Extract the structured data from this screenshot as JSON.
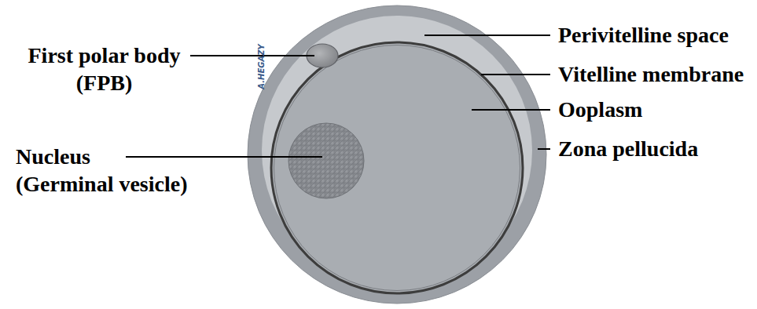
{
  "diagram": {
    "labels": [
      "First polar body (FPB)",
      "Perivitelline space",
      "A.HEGAZY",
      "Vitelline membrane",
      "Ooplasm",
      "Nucleus (Germinal vesicle)",
      "Zona pellucida"
    ]
  }
}
